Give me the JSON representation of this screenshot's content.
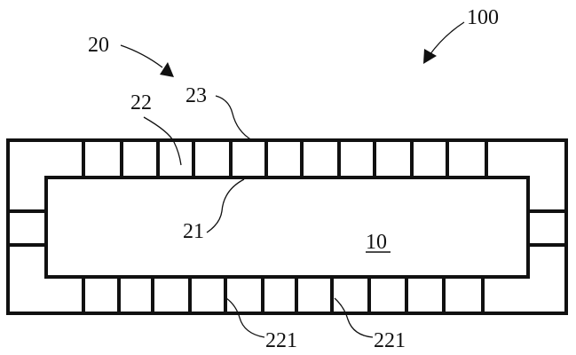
{
  "labels": {
    "assembly": "100",
    "frame": "20",
    "inner_edge": "21",
    "cell": "22",
    "outer_edge": "23",
    "region": "10",
    "bottom_cell_left": "221",
    "bottom_cell_right": "221"
  },
  "colors": {
    "ink": "#111111",
    "background": "#ffffff"
  }
}
